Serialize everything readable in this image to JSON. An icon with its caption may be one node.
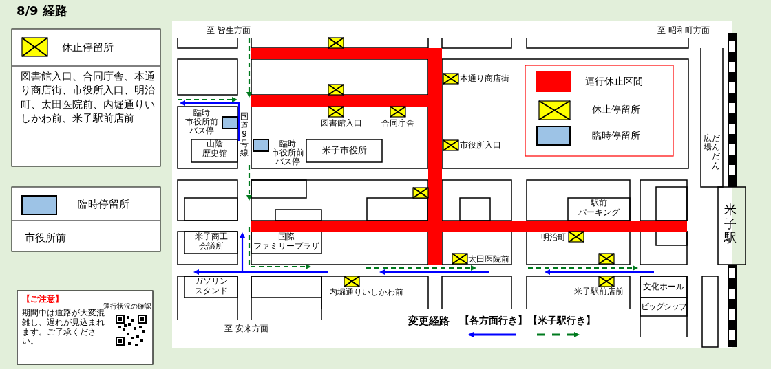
{
  "diagram": {
    "title": "8/9 経路",
    "labels": [
      "至 皆生方面",
      "至 昭和町方面",
      "本通り商店街",
      "臨時市役所前バス停",
      "国道9号線",
      "図書館入口",
      "合同庁舎",
      "山陰歴史館",
      "臨時市役所前バス停",
      "米子市役所",
      "市役所入口",
      "だんだん広場",
      "駅前パーキング",
      "米子商工会議所",
      "国際ファミリープラザ",
      "明治町",
      "太田医院前",
      "米子駅",
      "ガソリンスタンド",
      "内堀通りいしかわ前",
      "米子駅前店前",
      "文化ホール",
      "ビッグシップ",
      "至 安来方面",
      "変更経路",
      "図書館入口、合同庁舎、本通り商店街、市役所入口、明治町、太田医院前、内堀通りいしかわ前、米子駅前店前",
      "市役所前",
      "【ご注意】",
      "期間中は道路が大変混雑し、遅れが見込まれます。ご了承ください。",
      "運行状況の確認"
    ],
    "legend": [
      {
        "text": "運行休止区間",
        "color": "#ff0000"
      },
      {
        "text": "休止停留所"
      },
      {
        "text": "臨時停留所",
        "color": "#9dc3e6"
      },
      {
        "text": "休止停留所"
      },
      {
        "text": "臨時停留所",
        "color": "#9dc3e6"
      },
      {
        "text": "【各方面行き】"
      },
      {
        "text": "【米子駅行き】"
      }
    ]
  }
}
